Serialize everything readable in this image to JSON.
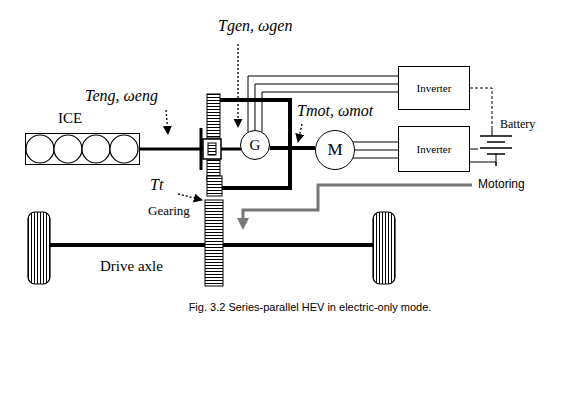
{
  "diagram": {
    "caption": "Fig. 3.2 Series-parallel HEV in electric-only mode.",
    "nodes": [
      {
        "text": [
          "ICE"
        ]
      },
      {
        "text": [
          "G"
        ]
      },
      {
        "text": [
          "M"
        ]
      },
      {
        "text": [
          "Inverter"
        ]
      },
      {
        "text": [
          "Inverter"
        ]
      },
      {
        "text": [
          "Battery"
        ]
      }
    ],
    "edges": [
      {
        "from": 1,
        "to": 2,
        "arrow": "none"
      },
      {
        "from": 1,
        "to": 3,
        "arrow": "none"
      },
      {
        "from": 2,
        "to": 4,
        "arrow": "none"
      },
      {
        "from": 3,
        "to": 5,
        "arrow": "none"
      },
      {
        "from": 4,
        "to": 5,
        "arrow": "none"
      }
    ],
    "labels": [
      "Teng, ωeng",
      "Tgen, ωgen",
      "Tmot, ωmot",
      "Tt",
      "Gearing",
      "Drive axle",
      "Motoring"
    ]
  }
}
